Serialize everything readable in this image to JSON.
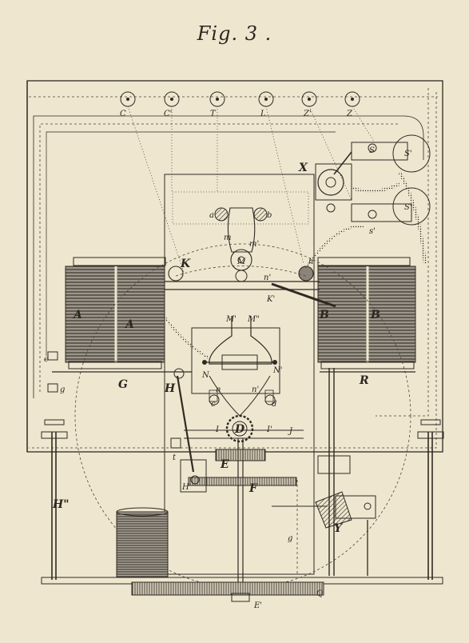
{
  "figure": {
    "title": "Fig. 3 .",
    "terminals": [
      "C",
      "C'",
      "T",
      "L",
      "Z'",
      "Z"
    ],
    "labels": {
      "A_left_outer": "A",
      "A_left_inner": "A",
      "B_right_inner": "B",
      "B_right_outer": "B",
      "K": "K",
      "K_prime": "K'",
      "h": "h",
      "n_prime": "n'",
      "X": "X",
      "S": "S",
      "S_prime": "S'",
      "S_prime2": "S'",
      "s_prime": "s'",
      "a": "a",
      "b": "b",
      "m": "m",
      "m_prime": "m'",
      "M": "M",
      "M_prime": "M'",
      "M_dprime": "M\"",
      "N": "N",
      "N_prime": "N'",
      "n_left": "n",
      "n_right": "n'",
      "c": "c",
      "d": "d",
      "D": "D",
      "I": "I",
      "I_prime": "I'",
      "J": "J",
      "e": "e",
      "g_small": "g",
      "G": "G",
      "H": "H",
      "R": "R",
      "E": "E",
      "F": "F",
      "t": "t",
      "H_prime": "H'",
      "H_dprime": "H\"",
      "g_lower": "g",
      "Y": "Y",
      "Q": "Q",
      "E_prime": "E'"
    }
  }
}
